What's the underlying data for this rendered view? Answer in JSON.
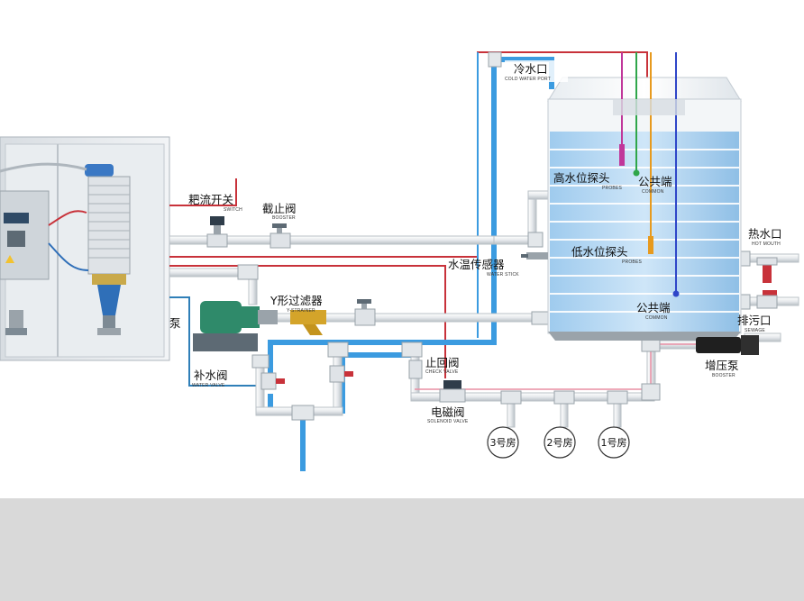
{
  "labels": {
    "cold_water_port": {
      "cn": "冷水口",
      "en": "COLD WATER PORT"
    },
    "high_probe": {
      "cn": "高水位探头",
      "en": "PROBES"
    },
    "common_top": {
      "cn": "公共端",
      "en": "COMMON"
    },
    "throttle_switch": {
      "cn": "耙流开关",
      "en": "SWITCH"
    },
    "stop_valve": {
      "cn": "截止阀",
      "en": "BOOSTER"
    },
    "temp_sensor": {
      "cn": "水温传感器",
      "en": "WATER STICK"
    },
    "low_probe": {
      "cn": "低水位探头",
      "en": "PROBES"
    },
    "hot_water_port": {
      "cn": "热水口",
      "en": "HOT MOUTH"
    },
    "y_strainer": {
      "cn": "Y形过滤器",
      "en": "Y-STRAINER"
    },
    "pump_partial": {
      "cn": "泵"
    },
    "common_bottom": {
      "cn": "公共端",
      "en": "COMMON"
    },
    "drain_port": {
      "cn": "排污口",
      "en": "SEWAGE"
    },
    "makeup_valve": {
      "cn": "补水阀",
      "en": "WATER VALVE"
    },
    "check_valve": {
      "cn": "止回阀",
      "en": "CHECK VALVE"
    },
    "booster_pump": {
      "cn": "增压泵",
      "en": "BOOSTER"
    },
    "solenoid_valve": {
      "cn": "电磁阀",
      "en": "SOLENOID VALVE"
    }
  },
  "rooms": [
    "3号房",
    "2号房",
    "1号房"
  ],
  "colors": {
    "cold_pipe": "#3b9be0",
    "red_wire": "#c8323a",
    "white_pipe": "#eef0f2",
    "tank_water": "#79b8e6",
    "probe_magenta": "#c0379a",
    "probe_green": "#2fa64a",
    "probe_orange": "#e79a1e",
    "probe_blue": "#2f46c8",
    "footer_bg": "#d9d9d9"
  }
}
